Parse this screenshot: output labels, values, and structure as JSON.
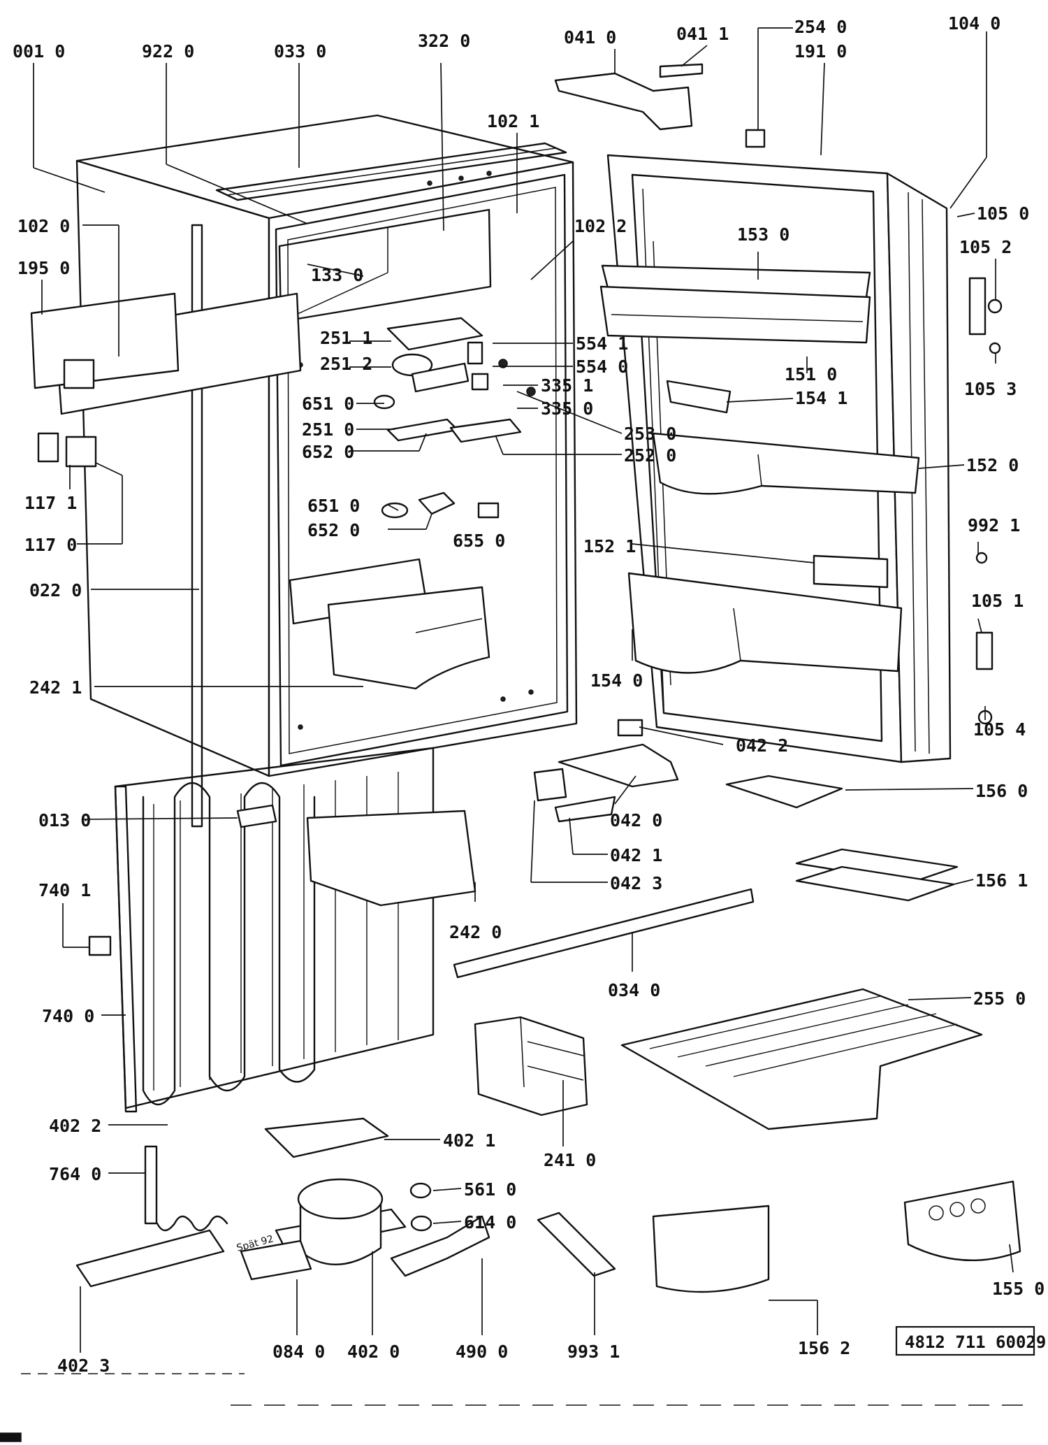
{
  "document_number": "4812 711 60029",
  "stamp_text": "Spät 92",
  "labels": {
    "p0010": "001 0",
    "p9220": "922 0",
    "p0330": "033 0",
    "p3220": "322 0",
    "p0410": "041 0",
    "p0411": "041 1",
    "p2540": "254 0",
    "p1910": "191 0",
    "p1040": "104 0",
    "p1021": "102 1",
    "p1020": "102 0",
    "p1950": "195 0",
    "p1022": "102 2",
    "p1330": "133 0",
    "p1050": "105 0",
    "p1052": "105 2",
    "p1530": "153 0",
    "p2511": "251 1",
    "p2512": "251 2",
    "p5541": "554 1",
    "p5540": "554 0",
    "p3351": "335 1",
    "p3350": "335 0",
    "p6510": "651 0",
    "p2510": "251 0",
    "p6520": "652 0",
    "p2530": "253 0",
    "p2520": "252 0",
    "p1510": "151 0",
    "p1053": "105 3",
    "p1541": "154 1",
    "p1171": "117 1",
    "p1170": "117 0",
    "p1520": "152 0",
    "p6510b": "651 0",
    "p6520b": "652 0",
    "p6550": "655 0",
    "p9921": "992 1",
    "p1521": "152 1",
    "p0220": "022 0",
    "p1051": "105 1",
    "p2421": "242 1",
    "p1540": "154 0",
    "p1054": "105 4",
    "p0422": "042 2",
    "p1560": "156 0",
    "p0130": "013 0",
    "p0420": "042 0",
    "p0421": "042 1",
    "p0423": "042 3",
    "p1561": "156 1",
    "p7401": "740 1",
    "p2420": "242 0",
    "p0340": "034 0",
    "p7400": "740 0",
    "p2550": "255 0",
    "p4022": "402 2",
    "p4021": "402 1",
    "p2410": "241 0",
    "p7640": "764 0",
    "p5610": "561 0",
    "p6140": "614 0",
    "p1550": "155 0",
    "p4023": "402 3",
    "p0840": "084 0",
    "p4020": "402 0",
    "p4900": "490 0",
    "p9931": "993 1",
    "p1562": "156 2"
  }
}
